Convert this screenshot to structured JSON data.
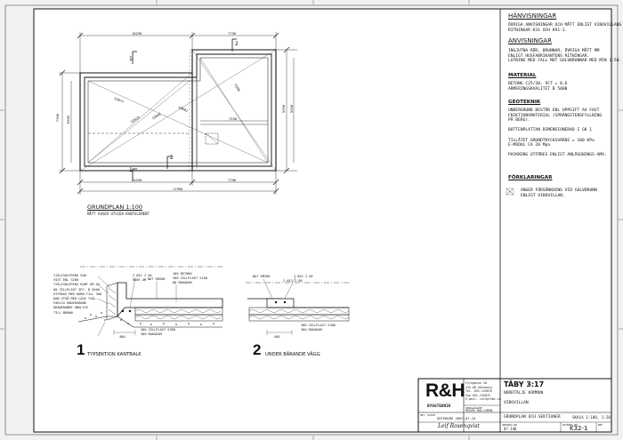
{
  "notes": {
    "hanvisningar_title": "HÄNVISNINGAR",
    "hanvisningar_text": [
      "ÖVRIGA ANVISNINGAR OCH MÅTT ENLIGT VIBOVILLANS",
      "RITNINGAR K31 OCH K91-1."
    ],
    "anvisningar_title": "ANVISNINGAR",
    "anvisningar_text": [
      "INGJUTNA RÖR, BRUNNAR, ÖVRIGA MÅTT MM",
      "ENLIGT HUSFABRIKANTENS RITNINGAR.",
      "LUTNING MED FALL MOT GOLVBRUNNAR MED MIN 1:50."
    ],
    "material_title": "MATERIAL",
    "material_text": [
      "BETONG C25/30, VCT = 0,6",
      "ARMERINGSKVALITET    B 500B"
    ],
    "geoteknik_title": "GEOTEKNIK",
    "geoteknik_text": [
      "UNDERGRUND BESTÅR ENL UPPGIFT AV FAST",
      "FRIKTIONSMATERIAL (SPRÄNGSTENSFYLLNING",
      "PÅ BERG).",
      "",
      "BOTTENPLATTAN DIMENSIONERAD I GK 1",
      "",
      "TILLÅTET GRUNDTRYCKSVÄRDE = 100 KPa",
      "E-MODUL CA 20 Mpa",
      "",
      "PACKNING UTFÖRES ENLIGT ANLÄGGNINGS-AMA."
    ],
    "forklaringar_title": "FÖRKLARINGAR",
    "forklaringar_text": [
      "ANGER FÖRSÄNKNING VID GOLVBRUNN",
      "ENLIGT VIBOVILLAN."
    ]
  },
  "plan": {
    "title": "GRUNDPLAN   1:100",
    "subtitle": "MÅTT AVSER UTSIDA KANTELEMENT",
    "dims": {
      "top_left": "10290",
      "top_right": "7796",
      "bottom_left": "10290",
      "bottom_right": "7796",
      "bottom_total": "17996",
      "left_a": "7306",
      "left_b": "6906",
      "right_a": "5996",
      "right_b": "5996",
      "inner": "7256",
      "diag_a": "12877",
      "diag_b": "15042",
      "diag_c": "19001",
      "diag_d": "19523",
      "diag_e": "7596"
    },
    "section_marks": {
      "s1_top": "1",
      "s1_bottom": "1",
      "s2_top": "2",
      "s2_bottom": "2"
    }
  },
  "section1": {
    "number": "1",
    "title": "TYPSEKTION KANTBALK",
    "labels": [
      "TJÄLISOLERING 500",
      "FÄST ENL 5200",
      "TJÄLISOLERING RUNT OM AV",
      "60 CELLPLAST SPC. B-5000",
      "UTFÖRAS MED KORN TILL 300",
      "KAN UTGÅ MED LÄGE TJÄL-",
      "FARLIG UNDERGRUND",
      "DRÄNERANDE ANGLIVS",
      "TILL BRUNN"
    ],
    "top_labels": [
      "2 Ø12 I UK",
      "NÄT KM200",
      "RUNT OM",
      "100 BETONG",
      "300 CELLPLAST S100",
      "80 MAKADAM"
    ],
    "bottom_dims": [
      "400",
      "300 CELLPLAST S300",
      "300 MAKADAM"
    ]
  },
  "section2": {
    "number": "2",
    "title": "UNDER BÄRANDE VÄGG",
    "labels": [
      "NÄT KM200",
      "2 Ø12 I UK",
      "2 Ø12 I ÖK"
    ],
    "bottom_dims": [
      "400",
      "300 CELLPLAST S300",
      "300 MAKADAM"
    ]
  },
  "titleblock": {
    "logo": "R&H",
    "logo_sub": "BYGGTEKNIK",
    "company": [
      "Fyrkgatan 18",
      "415 08  Göteborg",
      "Tel. 031-155070",
      "Fax 031-155075",
      "E-mail: info@rhbt.se"
    ],
    "handlaggare_label": "HANDLÄGGARE",
    "handlaggare": "ROGER HALLGREN",
    "project": "TÄBY 3:17",
    "municipality": "NORRTÄLJE KOMMUN",
    "client": "VIBOVILLAN",
    "drawing_title": "GRUNDPLAN OCH SEKTIONER",
    "scale": "SKALA 1:100, 1:20",
    "date_label": "ORT, DATUM",
    "date": "GÖTEBORG 2007-07-24",
    "signature": "Leif Rosenqvist",
    "uppdrag_label": "UPPDRAG NR",
    "uppdrag": "07-148",
    "ritning_label": "RITNING NR",
    "ritning": "K32-1",
    "rev_label": "REV"
  }
}
